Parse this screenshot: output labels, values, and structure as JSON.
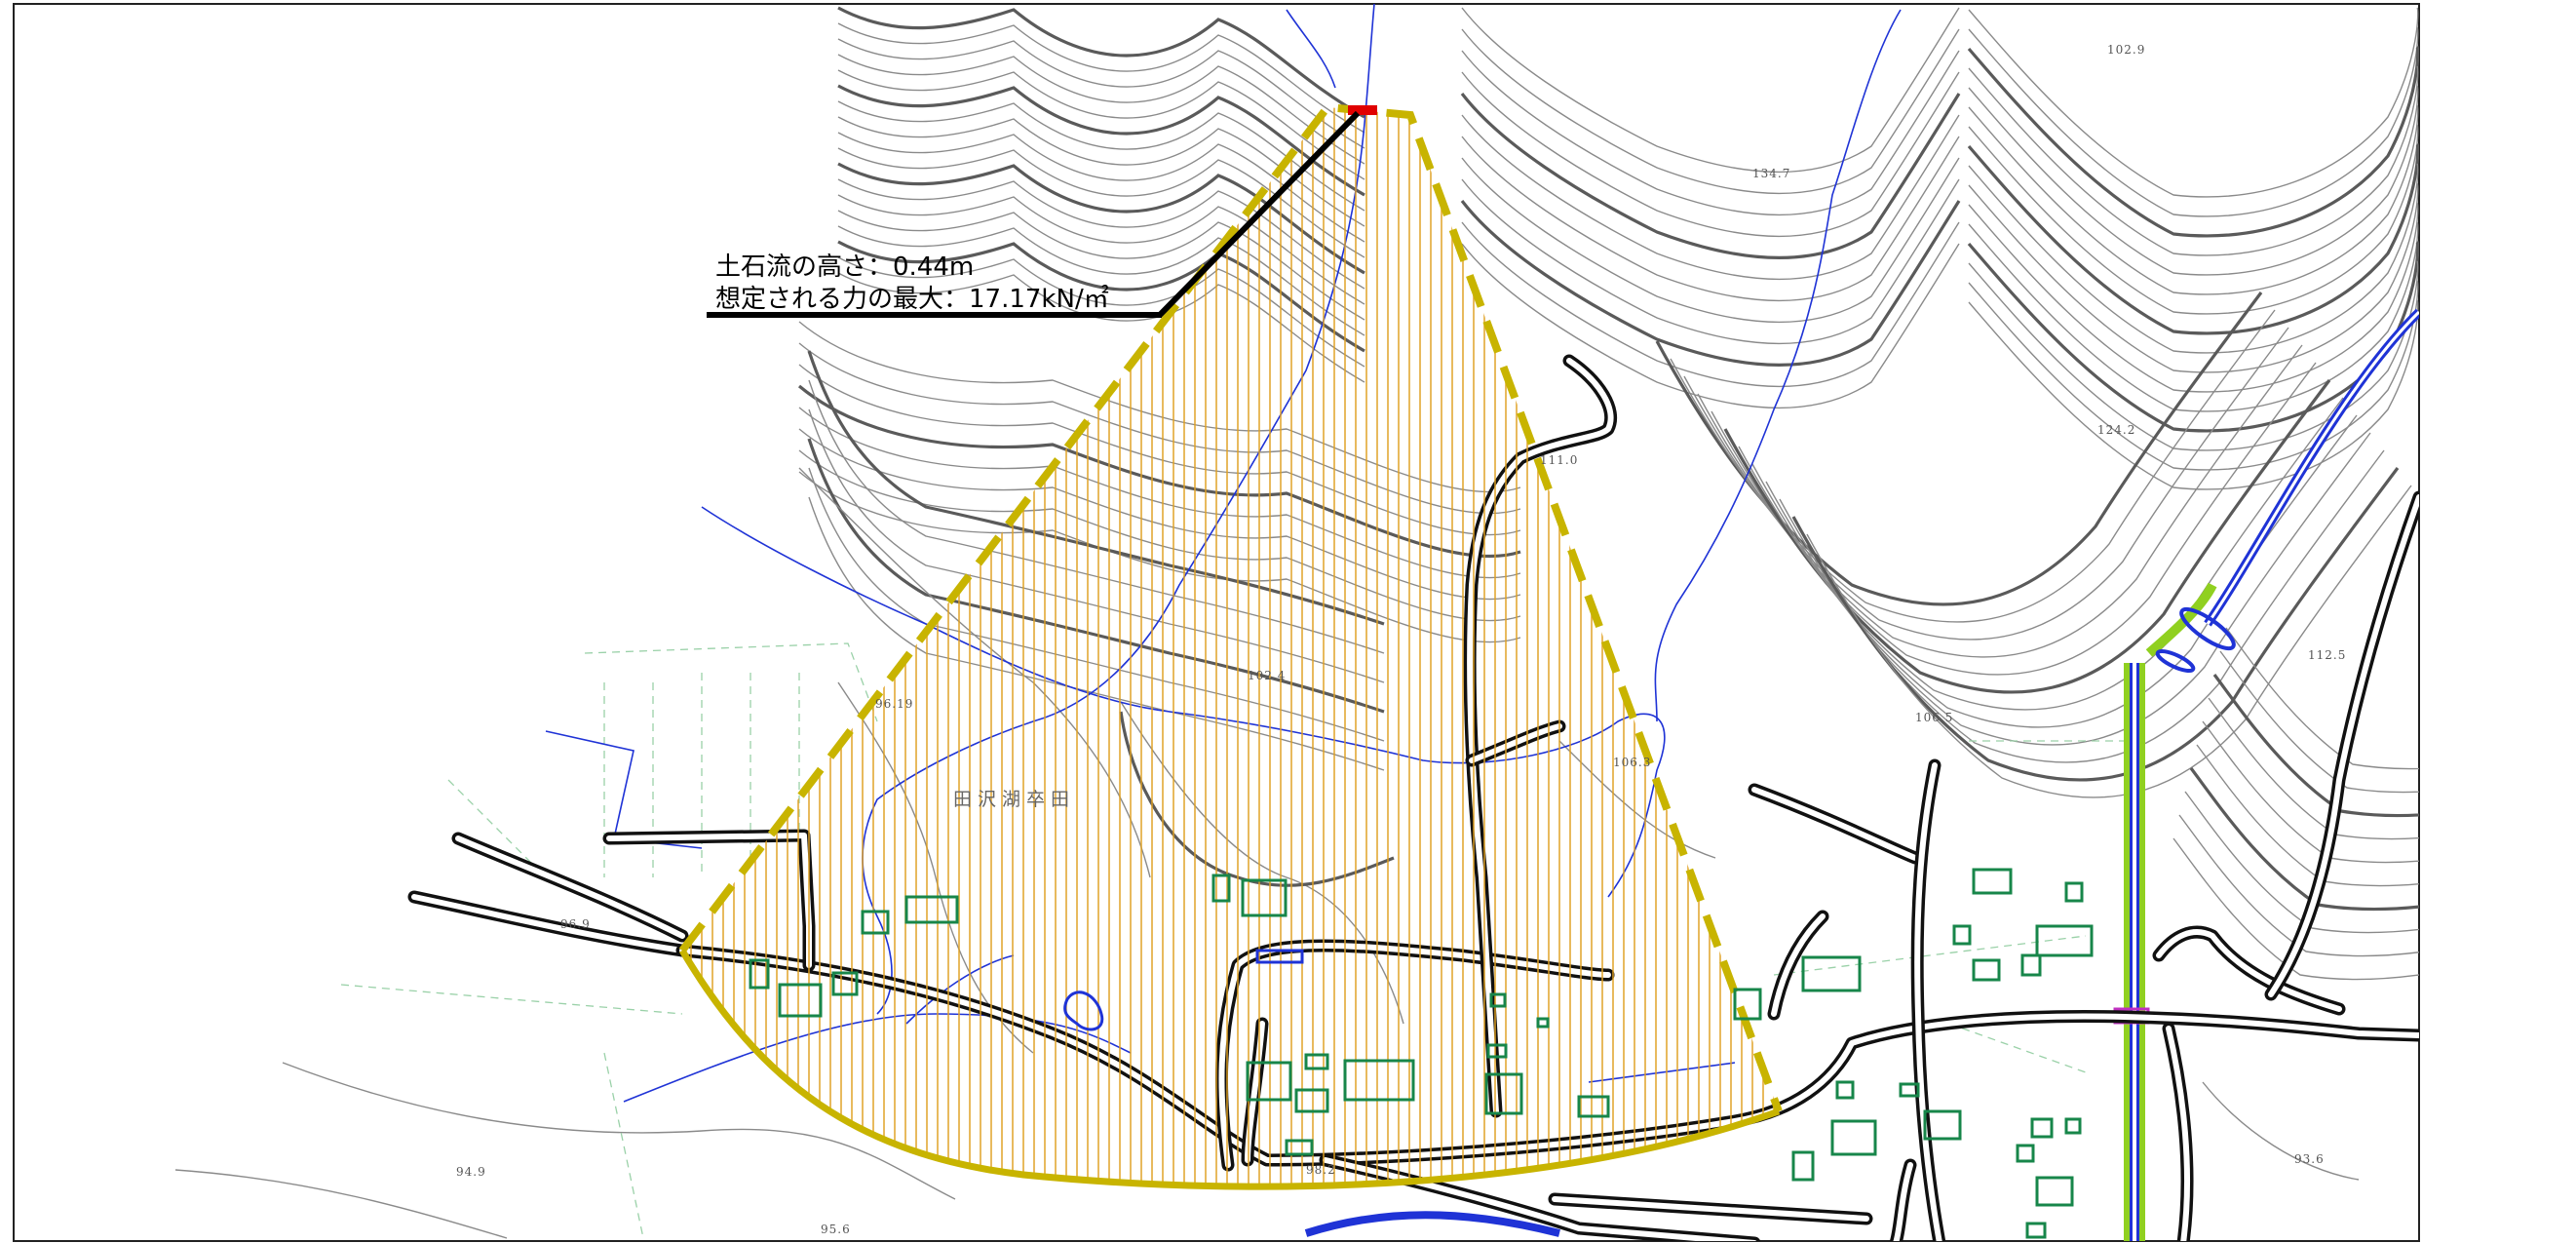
{
  "callout": {
    "line1": "土石流の高さ：0.44m",
    "line2": "想定される力の最大：17.17kN/㎡"
  },
  "place_label": "田沢湖卒田",
  "elevations": [
    "96.19",
    "102.4",
    "111.0",
    "106.3",
    "106.5",
    "112.5",
    "124.2",
    "134.7",
    "102.9",
    "96.9",
    "94.9",
    "95.6",
    "93.6",
    "98.2"
  ],
  "colors": {
    "hazard_zone_outline": "#c8b400",
    "hazard_zone_hatch": "#e0a020",
    "source_point": "#e00000",
    "stream": "#1f33d6",
    "river_channel": "#1f33d6",
    "river_banks": "#90d020",
    "building": "#17864a",
    "road": "#111111",
    "contour": "#8a8a8a",
    "index_contour": "#5a5a5a"
  },
  "icons": {
    "buildings": "house-outline",
    "source": "red-bar",
    "hatch": "vertical-stripes"
  }
}
